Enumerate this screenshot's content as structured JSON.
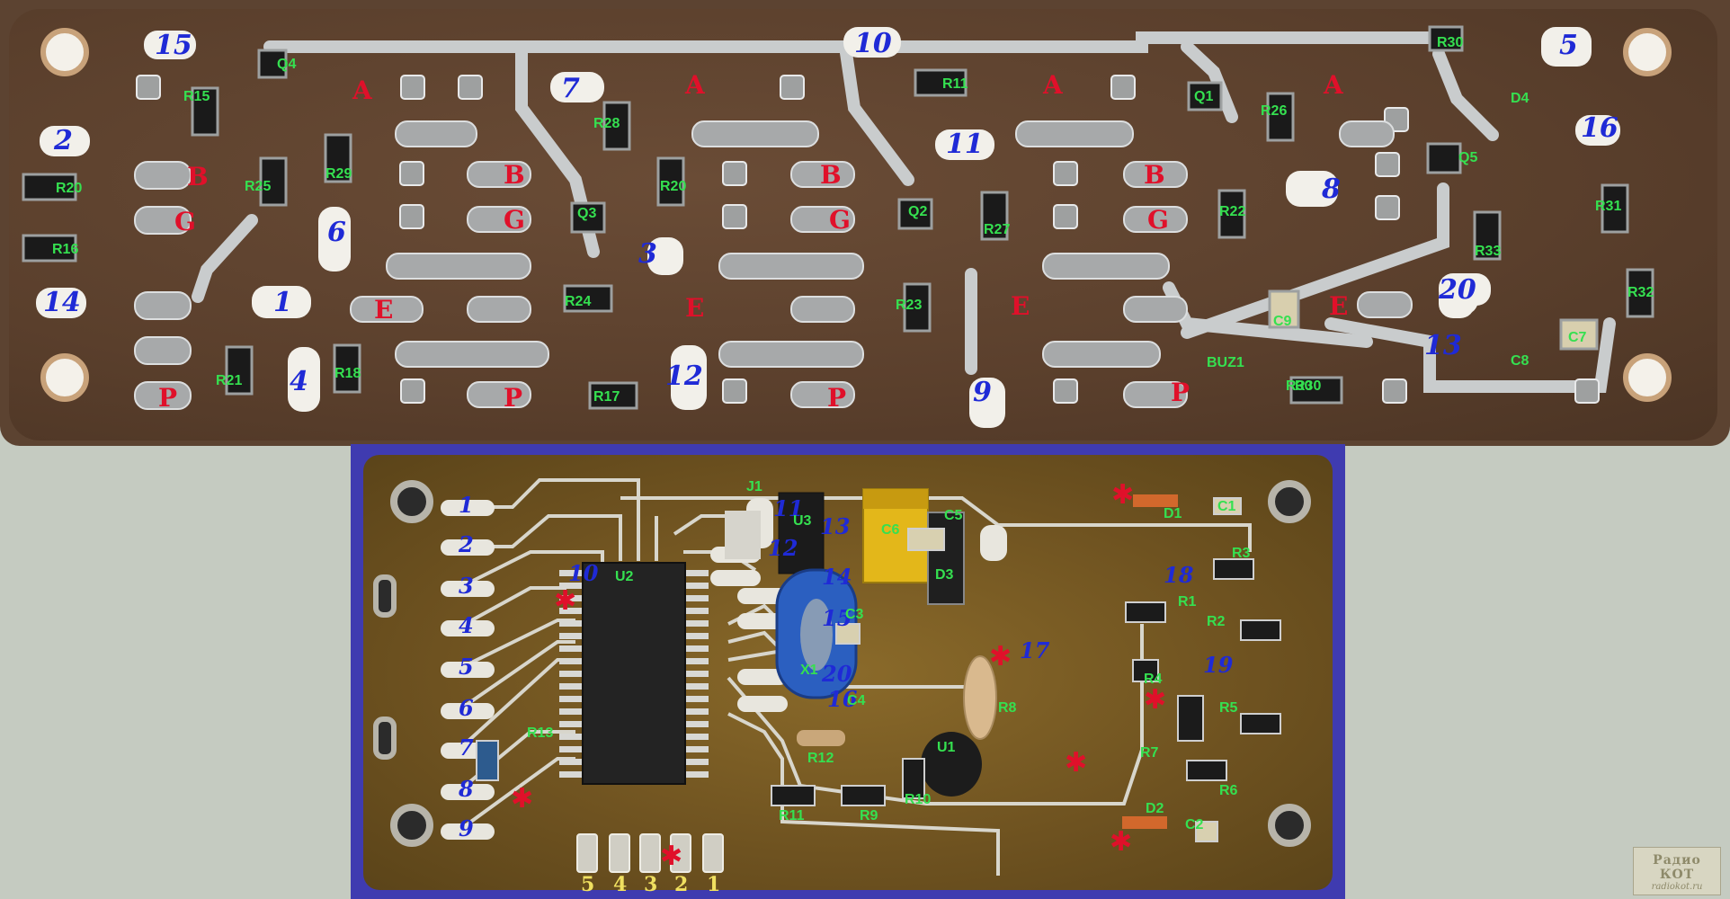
{
  "top_board": {
    "blue_numbers": [
      "15",
      "2",
      "14",
      "1",
      "4",
      "6",
      "7",
      "3",
      "12",
      "10",
      "11",
      "9",
      "8",
      "20",
      "13",
      "5",
      "16"
    ],
    "red_letters": [
      "A",
      "B",
      "G",
      "E",
      "P"
    ],
    "components": [
      "Q4",
      "R15",
      "R20",
      "R16",
      "R25",
      "R29",
      "R21",
      "R18",
      "R28",
      "Q3",
      "R20",
      "R24",
      "R17",
      "R11",
      "Q2",
      "R27",
      "R23",
      "Q1",
      "R26",
      "R22",
      "C9",
      "BUZ1",
      "R30",
      "R30",
      "D4",
      "Q5",
      "R33",
      "R31",
      "R32",
      "C7",
      "C8"
    ]
  },
  "bottom_board": {
    "blue_numbers": [
      "1",
      "2",
      "3",
      "4",
      "5",
      "6",
      "7",
      "8",
      "9",
      "10",
      "11",
      "12",
      "13",
      "14",
      "15",
      "20",
      "16",
      "17",
      "18",
      "19"
    ],
    "components": [
      "J1",
      "U2",
      "U3",
      "C6",
      "C5",
      "D1",
      "C1",
      "D3",
      "R3",
      "R1",
      "R2",
      "C3",
      "X1",
      "C4",
      "R4",
      "R8",
      "R5",
      "R13",
      "R12",
      "U1",
      "R7",
      "R6",
      "R11",
      "R9",
      "R10",
      "D2",
      "C2"
    ],
    "pin_numbers": [
      "5",
      "4",
      "3",
      "2",
      "1"
    ]
  },
  "watermark": {
    "line1": "Радио КОТ",
    "line2": "radiokot.ru"
  }
}
